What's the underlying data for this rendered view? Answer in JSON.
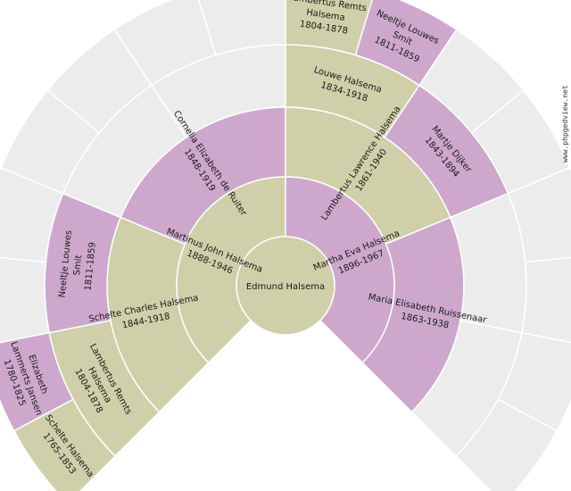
{
  "site_label": "www.phpgedview.net",
  "colors": {
    "male": "#cfcfa9",
    "female": "#cda8cc",
    "empty": "#ececec",
    "stroke": "#ffffff"
  },
  "root": {
    "name": "Edmund Halsema"
  },
  "people": [
    {
      "id": "gen1-father",
      "gen": 1,
      "slot": 0,
      "sex": "M",
      "name": "Martinus John Halsema",
      "dates": "1888-1946"
    },
    {
      "id": "gen1-mother",
      "gen": 1,
      "slot": 1,
      "sex": "F",
      "name": "Martha Eva Halsema",
      "dates": "1896-1967"
    },
    {
      "id": "gen2-ff",
      "gen": 2,
      "slot": 0,
      "sex": "M",
      "name": "Schelte Charles Halsema",
      "dates": "1844-1918"
    },
    {
      "id": "gen2-fm",
      "gen": 2,
      "slot": 1,
      "sex": "F",
      "name": "Cornelia Elizabeth de Ruiter",
      "dates": "1848-1919"
    },
    {
      "id": "gen2-mf",
      "gen": 2,
      "slot": 2,
      "sex": "M",
      "name": "Lambertus Lawrence Halsema",
      "dates": "1861-1940"
    },
    {
      "id": "gen2-mm",
      "gen": 2,
      "slot": 3,
      "sex": "F",
      "name": "Maria Elisabeth Ruissenaar",
      "dates": "1863-1938"
    },
    {
      "id": "gen3-fff",
      "gen": 3,
      "slot": 0,
      "sex": "M",
      "name": "Lambertus Remts Halsema",
      "dates": "1804-1878"
    },
    {
      "id": "gen3-ffm",
      "gen": 3,
      "slot": 1,
      "sex": "F",
      "name": "Neeltje Louwes Smit",
      "dates": "1811-1859"
    },
    {
      "id": "gen3-fmf",
      "gen": 3,
      "slot": 2,
      "sex": "E"
    },
    {
      "id": "gen3-fmm",
      "gen": 3,
      "slot": 3,
      "sex": "E"
    },
    {
      "id": "gen3-mff",
      "gen": 3,
      "slot": 4,
      "sex": "M",
      "name": "Louwe Halsema",
      "dates": "1834-1918"
    },
    {
      "id": "gen3-mfm",
      "gen": 3,
      "slot": 5,
      "sex": "F",
      "name": "Martje Dijker",
      "dates": "1843-1894"
    },
    {
      "id": "gen3-mmf",
      "gen": 3,
      "slot": 6,
      "sex": "E"
    },
    {
      "id": "gen3-mmm",
      "gen": 3,
      "slot": 7,
      "sex": "E"
    },
    {
      "id": "gen4-01",
      "gen": 4,
      "slot": 0,
      "sex": "M",
      "name": "Schelte Halsema",
      "dates": "1765-1853"
    },
    {
      "id": "gen4-02",
      "gen": 4,
      "slot": 1,
      "sex": "F",
      "name": "Elizabeth Lammerts Jansen",
      "dates": "1780-1825"
    },
    {
      "id": "gen4-03",
      "gen": 4,
      "slot": 2,
      "sex": "E"
    },
    {
      "id": "gen4-04",
      "gen": 4,
      "slot": 3,
      "sex": "E"
    },
    {
      "id": "gen4-05",
      "gen": 4,
      "slot": 4,
      "sex": "E"
    },
    {
      "id": "gen4-06",
      "gen": 4,
      "slot": 5,
      "sex": "E"
    },
    {
      "id": "gen4-07",
      "gen": 4,
      "slot": 6,
      "sex": "E"
    },
    {
      "id": "gen4-08",
      "gen": 4,
      "slot": 7,
      "sex": "E"
    },
    {
      "id": "gen4-09",
      "gen": 4,
      "slot": 8,
      "sex": "M",
      "name": "Lambertus Remts Halsema",
      "dates": "1804-1878"
    },
    {
      "id": "gen4-10",
      "gen": 4,
      "slot": 9,
      "sex": "F",
      "name": "Neeltje Louwes Smit",
      "dates": "1811-1859"
    },
    {
      "id": "gen4-11",
      "gen": 4,
      "slot": 10,
      "sex": "E"
    },
    {
      "id": "gen4-12",
      "gen": 4,
      "slot": 11,
      "sex": "E"
    },
    {
      "id": "gen4-13",
      "gen": 4,
      "slot": 12,
      "sex": "E"
    },
    {
      "id": "gen4-14",
      "gen": 4,
      "slot": 13,
      "sex": "E"
    },
    {
      "id": "gen4-15",
      "gen": 4,
      "slot": 14,
      "sex": "E"
    },
    {
      "id": "gen4-16",
      "gen": 4,
      "slot": 15,
      "sex": "E"
    }
  ]
}
